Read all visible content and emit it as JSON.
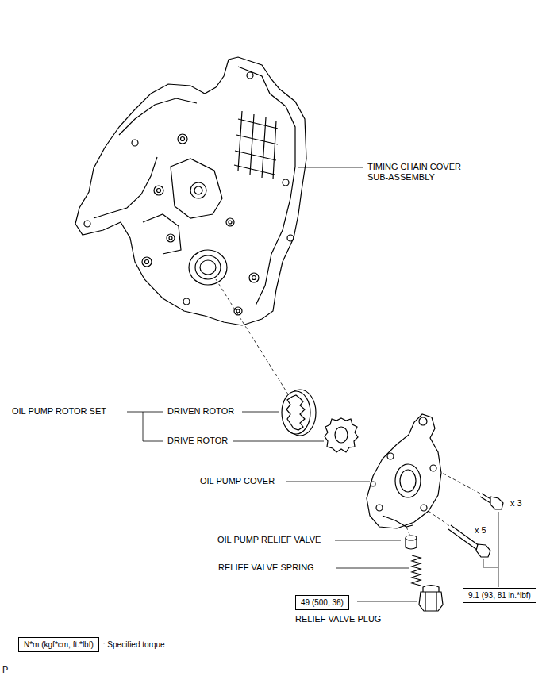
{
  "diagram": {
    "nodes": [
      {
        "text": [
          "49 (500, 36)"
        ]
      },
      {
        "text": [
          "9.1 (93, 81 in.*lbf)"
        ]
      },
      {
        "text": [
          "N*m (kgf*cm, ft.*lbf)",
          ": Specified torque"
        ]
      }
    ],
    "labels": [
      "TIMING CHAIN COVER SUB-ASSEMBLY",
      "OIL PUMP ROTOR SET",
      "DRIVEN ROTOR",
      "DRIVE ROTOR",
      "OIL PUMP COVER",
      "x 3",
      "x 5",
      "OIL PUMP RELIEF VALVE",
      "RELIEF VALVE SPRING",
      "RELIEF VALVE PLUG",
      "P"
    ]
  }
}
